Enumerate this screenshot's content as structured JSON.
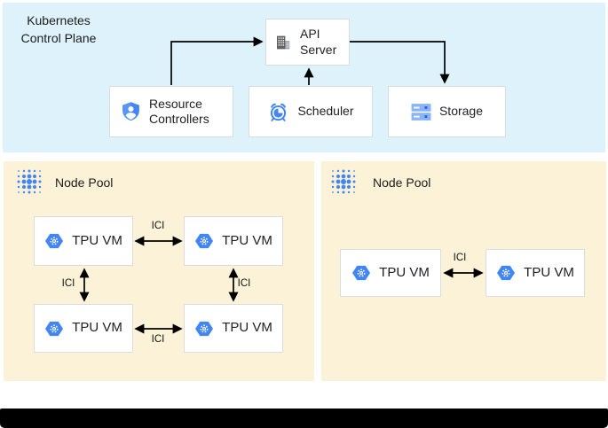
{
  "control_plane": {
    "title_line1": "Kubernetes",
    "title_line2": "Control Plane",
    "api_server": "API Server",
    "resource_controllers": "Resource Controllers",
    "scheduler": "Scheduler",
    "storage": "Storage"
  },
  "pools": {
    "left": {
      "label": "Node Pool",
      "vm1": "TPU VM",
      "vm2": "TPU VM",
      "vm3": "TPU VM",
      "vm4": "TPU VM",
      "ici_top": "ICI",
      "ici_left": "ICI",
      "ici_right": "ICI",
      "ici_bottom": "ICI"
    },
    "right": {
      "label": "Node Pool",
      "vm1": "TPU VM",
      "vm2": "TPU VM",
      "ici": "ICI"
    }
  },
  "colors": {
    "control_plane_bg": "#def2fc",
    "node_pool_bg": "#fbf2d8",
    "accent_blue": "#4285f4",
    "storage_blue": "#8ab4f8",
    "icon_gray": "#5f6368",
    "arrow": "#000000",
    "box_border": "#dadce0",
    "bottom_bar": "#000000"
  }
}
